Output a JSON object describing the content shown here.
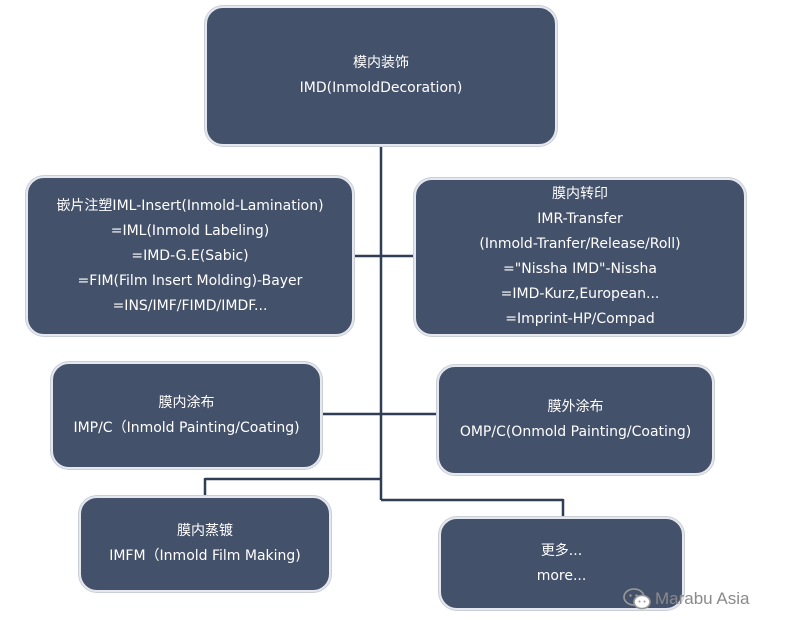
{
  "nodes": {
    "root": [
      "模内装饰",
      "IMD(InmoldDecoration)"
    ],
    "iml": [
      "嵌片注塑IML-Insert(Inmold-Lamination)",
      "=IML(Inmold Labeling)",
      "=IMD-G.E(Sabic)",
      "=FIM(Film Insert Molding)-Bayer",
      "=INS/IMF/FIMD/IMDF..."
    ],
    "imr": [
      "膜内转印",
      "IMR-Transfer",
      "(Inmold-Tranfer/Release/Roll)",
      "=\"Nissha IMD\"-Nissha",
      "=IMD-Kurz,European...",
      "=Imprint-HP/Compad"
    ],
    "impc": [
      "膜内涂布",
      "IMP/C（Inmold Painting/Coating)"
    ],
    "ompc": [
      "膜外涂布",
      "OMP/C(Onmold Painting/Coating)"
    ],
    "imfm": [
      "膜内蒸镀",
      "IMFM（Inmold Film Making)"
    ],
    "more": [
      "更多...",
      "more..."
    ]
  },
  "colors": {
    "node_fill": "#44516a",
    "node_text": "#ffffff",
    "connector": "#2f3d55"
  },
  "watermark": {
    "icon": "wechat-icon",
    "text": "Marabu Asia"
  }
}
